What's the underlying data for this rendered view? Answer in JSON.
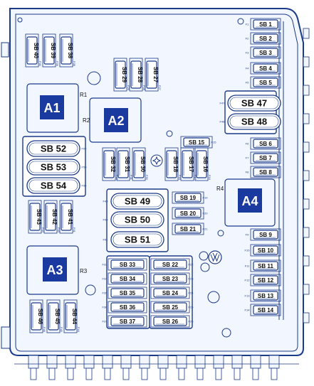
{
  "colors": {
    "outline": "#1a3a8a",
    "fuse_fill": "#ffffff",
    "relay_fill": "#1a3aa0",
    "face": "#f2f6ff"
  },
  "relays": {
    "a1": {
      "label": "A1",
      "ref": "R1"
    },
    "a2": {
      "label": "A2",
      "ref": "R2"
    },
    "a3": {
      "label": "A3",
      "ref": "R3"
    },
    "a4": {
      "label": "A4",
      "ref": "R4"
    }
  },
  "fuses_right": [
    {
      "label": "SB 1",
      "pin": "F1"
    },
    {
      "label": "SB 2",
      "pin": "F2"
    },
    {
      "label": "SB 3",
      "pin": "F3"
    },
    {
      "label": "SB 4",
      "pin": "F4"
    },
    {
      "label": "SB 5",
      "pin": "F5"
    },
    {
      "label": "SB 6",
      "pin": "F6"
    },
    {
      "label": "SB 7",
      "pin": "F7"
    },
    {
      "label": "SB 8",
      "pin": "F8"
    },
    {
      "label": "SB 9",
      "pin": "F9"
    },
    {
      "label": "SB 10",
      "pin": "F10"
    },
    {
      "label": "SB 11",
      "pin": "F11"
    },
    {
      "label": "SB 12",
      "pin": "F12"
    },
    {
      "label": "SB 13",
      "pin": "F13"
    },
    {
      "label": "SB 14",
      "pin": "F14"
    }
  ],
  "fuses_mid_h": [
    {
      "label": "SB 15",
      "pin": "F15"
    },
    {
      "label": "SB 19",
      "pin": "F19"
    },
    {
      "label": "SB 20",
      "pin": "F20"
    },
    {
      "label": "SB 21",
      "pin": "F21"
    }
  ],
  "fuses_big": [
    {
      "label": "SB 47",
      "pin": "F47"
    },
    {
      "label": "SB 48",
      "pin": "F48"
    },
    {
      "label": "SB 49",
      "pin": "F49"
    },
    {
      "label": "SB 50",
      "pin": "F50"
    },
    {
      "label": "SB 51",
      "pin": "F51"
    },
    {
      "label": "SB 52",
      "pin": "F52"
    },
    {
      "label": "SB 53",
      "pin": "F53"
    },
    {
      "label": "SB 54",
      "pin": "F54"
    }
  ],
  "fuses_vertical": [
    {
      "label": "SB 40",
      "pin": "F40"
    },
    {
      "label": "SB 39",
      "pin": "F39"
    },
    {
      "label": "SB 38",
      "pin": "F38"
    },
    {
      "label": "SB 29",
      "pin": "F29"
    },
    {
      "label": "SB 28",
      "pin": "F28"
    },
    {
      "label": "SB 27",
      "pin": "F27"
    },
    {
      "label": "SB 32",
      "pin": "F32"
    },
    {
      "label": "SB 31",
      "pin": "F31"
    },
    {
      "label": "SB 30",
      "pin": "F30"
    },
    {
      "label": "SB 18",
      "pin": "F18"
    },
    {
      "label": "SB 17",
      "pin": "F17"
    },
    {
      "label": "SB 16",
      "pin": "F16"
    },
    {
      "label": "SB 43",
      "pin": "F43"
    },
    {
      "label": "SB 42",
      "pin": "F42"
    },
    {
      "label": "SB 41",
      "pin": "F41"
    },
    {
      "label": "SB 46",
      "pin": "F46"
    },
    {
      "label": "SB 45",
      "pin": "F45"
    },
    {
      "label": "SB 44",
      "pin": "F44"
    }
  ],
  "fuses_lower_left": [
    {
      "label": "SB 33",
      "pin": "F33"
    },
    {
      "label": "SB 34",
      "pin": "F34"
    },
    {
      "label": "SB 35",
      "pin": "F35"
    },
    {
      "label": "SB 36",
      "pin": "F36"
    },
    {
      "label": "SB 37",
      "pin": "F37"
    }
  ],
  "fuses_lower_right": [
    {
      "label": "SB 22",
      "pin": "F22"
    },
    {
      "label": "SB 23",
      "pin": "F23"
    },
    {
      "label": "SB 24",
      "pin": "F24"
    },
    {
      "label": "SB 25",
      "pin": "F25"
    },
    {
      "label": "SB 26",
      "pin": "F26"
    }
  ]
}
